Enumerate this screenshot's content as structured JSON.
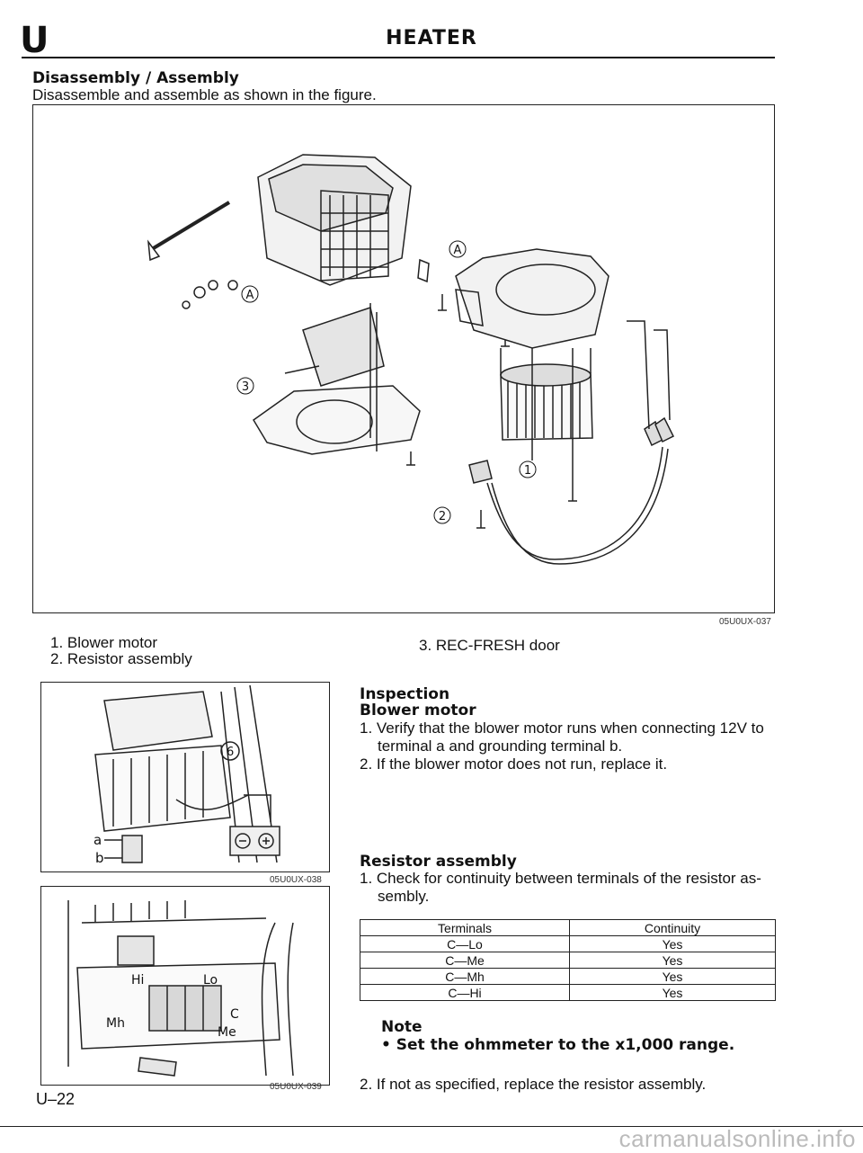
{
  "header": {
    "section_letter": "U",
    "title": "HEATER"
  },
  "section": {
    "heading": "Disassembly / Assembly",
    "intro": "Disassemble and assemble as shown in the figure."
  },
  "main_figure": {
    "code": "05U0UX-037",
    "callouts": [
      "A",
      "A",
      "3",
      "1",
      "2"
    ],
    "legend_left": [
      "1. Blower motor",
      "2. Resistor assembly"
    ],
    "legend_right": "3. REC-FRESH door"
  },
  "figure_2": {
    "code": "05U0UX-038",
    "labels": [
      "a",
      "b",
      "6"
    ]
  },
  "figure_3": {
    "code": "05U0UX-039",
    "labels": [
      "Hi",
      "Lo",
      "C",
      "Mh",
      "Me"
    ]
  },
  "inspection": {
    "heading": "Inspection",
    "blower": {
      "heading": "Blower motor",
      "steps": [
        "1. Verify that the blower motor runs when connecting 12V to",
        "terminal a and grounding terminal b.",
        "2. If the blower motor does not run, replace it."
      ]
    },
    "resistor": {
      "heading": "Resistor assembly",
      "steps": [
        "1. Check for continuity between terminals of the resistor as-",
        "sembly."
      ],
      "table": {
        "headers": [
          "Terminals",
          "Continuity"
        ],
        "rows": [
          [
            "C—Lo",
            "Yes"
          ],
          [
            "C—Me",
            "Yes"
          ],
          [
            "C—Mh",
            "Yes"
          ],
          [
            "C—Hi",
            "Yes"
          ]
        ]
      },
      "note_heading": "Note",
      "note": "• Set the ohmmeter to the x1,000 range.",
      "step2": "2. If not as specified, replace the resistor assembly."
    }
  },
  "footer": {
    "page_number": "U–22",
    "watermark": "carmanualsonline.info"
  }
}
